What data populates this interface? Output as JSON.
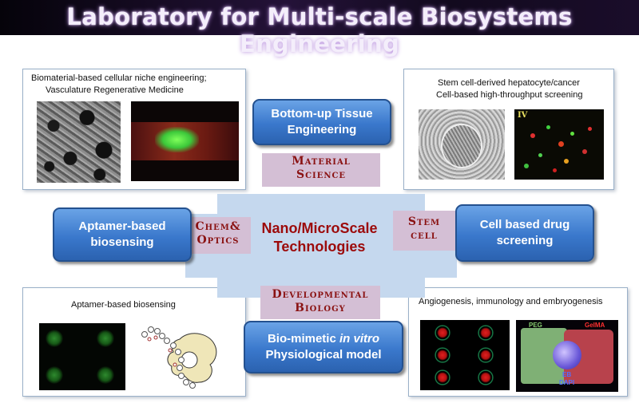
{
  "title": "Laboratory for  Multi-scale Biosystems Engineering",
  "center": {
    "line1": "Nano/MicroScale",
    "line2": "Technologies"
  },
  "tabs": {
    "top": {
      "line1": "Material",
      "line2": "Science"
    },
    "left": {
      "line1": "Chem&",
      "line2": "Optics"
    },
    "right": {
      "line1": "Stem",
      "line2": "cell"
    },
    "bottom": {
      "line1": "Developmental",
      "line2": "Biology"
    }
  },
  "boxes": {
    "top": {
      "line1": "Bottom-up Tissue",
      "line2": "Engineering"
    },
    "left": {
      "line1": "Aptamer-based",
      "line2": "biosensing"
    },
    "right": {
      "line1": "Cell based drug",
      "line2": "screening"
    },
    "bottom": {
      "line1": "Bio-mimetic",
      "italic": "in vitro",
      "line2": "Physiological model"
    }
  },
  "panels": {
    "top_left": {
      "line1": "Biomaterial-based cellular niche engineering;",
      "line2": "Vasculature Regenerative  Medicine"
    },
    "top_right": {
      "line1": "Stem cell-derived hepatocyte/cancer",
      "line2": "Cell-based high-throughput screening",
      "image_label": "IV"
    },
    "bottom_left": {
      "line1": "Aptamer-based biosensing"
    },
    "bottom_right": {
      "line1": "Angiogenesis, immunology and embryogenesis",
      "labels": {
        "peg": "PEG",
        "gelma": "GelMA",
        "eb": "EB",
        "dapi": "DAPI"
      }
    }
  },
  "colors": {
    "button_blue": "#3a78cc",
    "tab_purple": "#d4bfd5",
    "center_red": "#9c0a0a",
    "cross_blue": "#c5d8ee"
  }
}
